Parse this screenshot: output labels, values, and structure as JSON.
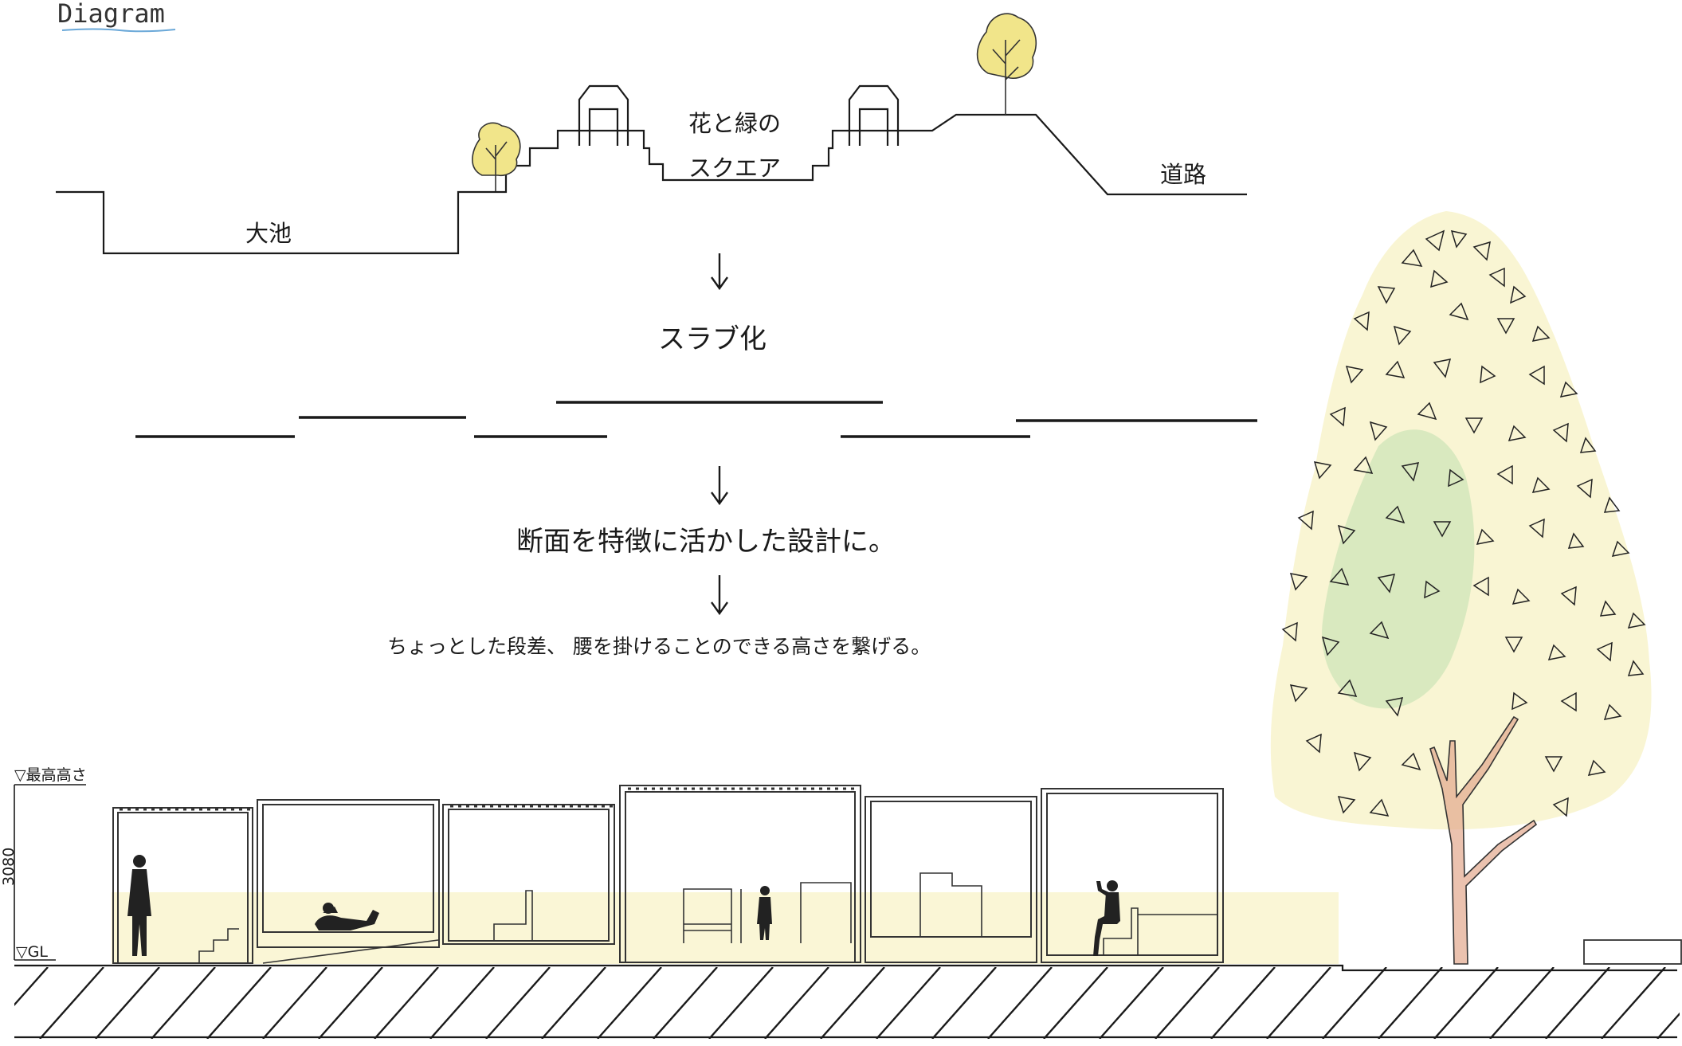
{
  "header": {
    "title": "Diagram"
  },
  "terrain": {
    "pond_label": "大池",
    "square_label_line1": "花と緑の",
    "square_label_line2": "スクエア",
    "road_label": "道路"
  },
  "steps": {
    "slab_label": "スラブ化",
    "design_label": "断面を特徴に活かした設計に。",
    "connect_label": "ちょっとした段差、 腰を掛けることのできる高さを繋げる。"
  },
  "section": {
    "max_height_label": "▽最高高さ",
    "gl_label": "▽GL",
    "height_dim": "3080"
  },
  "colors": {
    "line": "#1a1a1a",
    "crayon_yellow": "#f1e58a",
    "crayon_green": "#9fd39a",
    "crayon_trunk": "#e3a88d"
  }
}
